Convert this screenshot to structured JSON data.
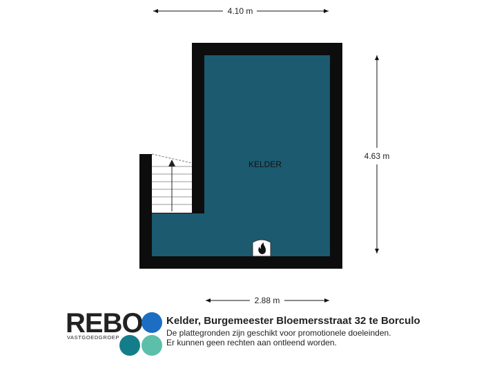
{
  "dimensions": {
    "top_width": "4.10 m",
    "right_height": "4.63 m",
    "bottom_width": "2.88 m"
  },
  "rooms": {
    "kelder": "KELDER"
  },
  "colors": {
    "room_fill": "#1c5a70",
    "wall": "#0d0d0d",
    "logo_dot_1": "#1b6ec2",
    "logo_dot_2": "#137e8a",
    "logo_dot_3": "#5cbfaa"
  },
  "icons": {
    "boiler": "flame-icon",
    "stair": "stair-direction-arrow-icon"
  },
  "logo": {
    "name": "REBO",
    "subtitle": "VASTGOEDGROEP"
  },
  "caption": {
    "title": "Kelder, Burgemeester Bloemersstraat 32 te Borculo",
    "line1": "De plattegronden zijn geschikt voor promotionele doeleinden.",
    "line2": "Er kunnen geen rechten aan ontleend worden."
  }
}
